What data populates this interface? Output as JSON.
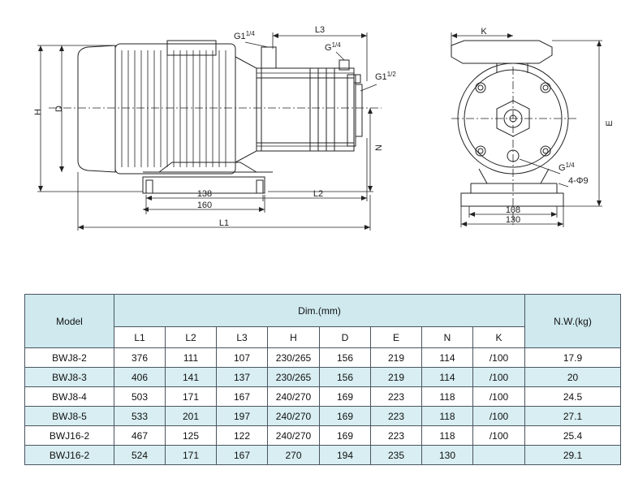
{
  "drawing": {
    "side_view": {
      "labels": {
        "H": "H",
        "D": "D",
        "N": "N",
        "L1": "L1",
        "L2": "L2",
        "L3": "L3",
        "d138": "138",
        "d160": "160",
        "port_top_main": "G1",
        "port_top_frac": "1/4",
        "port_top2_main": "G",
        "port_top2_frac": "1/4",
        "port_right_main": "G1",
        "port_right_frac": "1/2"
      }
    },
    "end_view": {
      "labels": {
        "K": "K",
        "E": "E",
        "d108": "108",
        "d130": "130",
        "drain_main": "G",
        "drain_frac": "1/4",
        "holes": "4-Φ9"
      }
    }
  },
  "table": {
    "model_header": "Model",
    "dim_header": "Dim.(mm)",
    "weight_header": "N.W.(kg)",
    "dim_columns": [
      "L1",
      "L2",
      "L3",
      "H",
      "D",
      "E",
      "N",
      "K"
    ],
    "rows": [
      {
        "model": "BWJ8-2",
        "L1": "376",
        "L2": "111",
        "L3": "107",
        "H": "230/265",
        "D": "156",
        "E": "219",
        "N": "114",
        "K": "/100",
        "NW": "17.9"
      },
      {
        "model": "BWJ8-3",
        "L1": "406",
        "L2": "141",
        "L3": "137",
        "H": "230/265",
        "D": "156",
        "E": "219",
        "N": "114",
        "K": "/100",
        "NW": "20"
      },
      {
        "model": "BWJ8-4",
        "L1": "503",
        "L2": "171",
        "L3": "167",
        "H": "240/270",
        "D": "169",
        "E": "223",
        "N": "118",
        "K": "/100",
        "NW": "24.5"
      },
      {
        "model": "BWJ8-5",
        "L1": "533",
        "L2": "201",
        "L3": "197",
        "H": "240/270",
        "D": "169",
        "E": "223",
        "N": "118",
        "K": "/100",
        "NW": "27.1"
      },
      {
        "model": "BWJ16-2",
        "L1": "467",
        "L2": "125",
        "L3": "122",
        "H": "240/270",
        "D": "169",
        "E": "223",
        "N": "118",
        "K": "/100",
        "NW": "25.4"
      },
      {
        "model": "BWJ16-2",
        "L1": "524",
        "L2": "171",
        "L3": "167",
        "H": "270",
        "D": "194",
        "E": "235",
        "N": "130",
        "K": "",
        "NW": "29.1"
      }
    ]
  }
}
